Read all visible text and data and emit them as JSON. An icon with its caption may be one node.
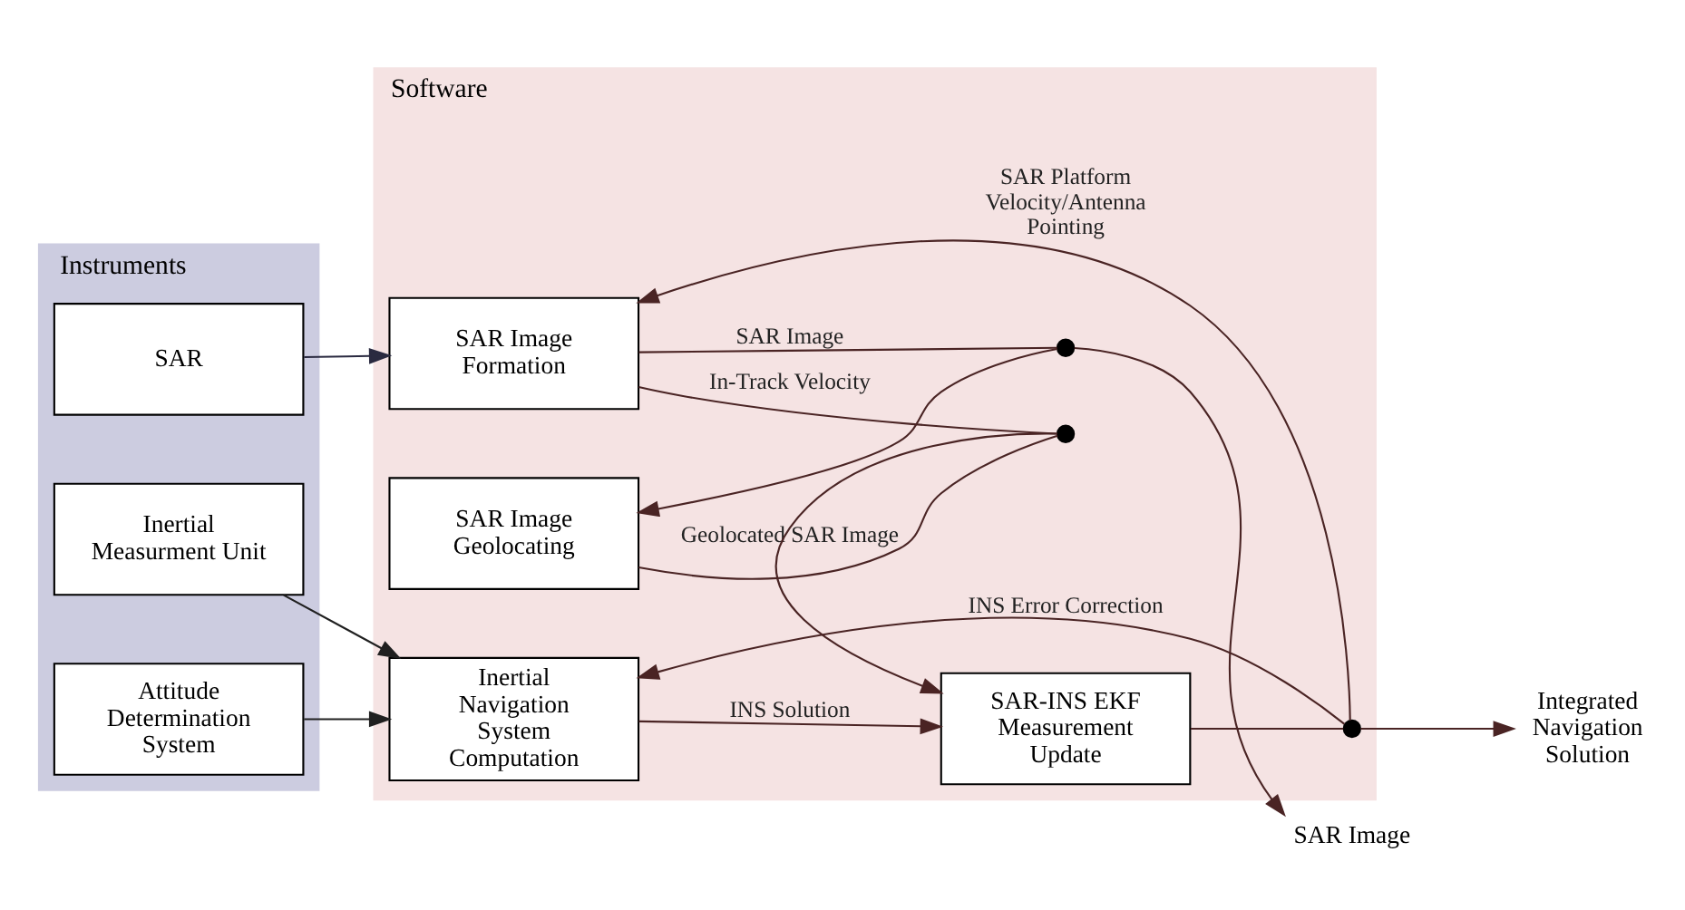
{
  "diagram": {
    "nodes": [
      {
        "text": [
          "Instruments"
        ]
      },
      {
        "text": [
          "Software"
        ]
      },
      {
        "text": [
          "SAR"
        ],
        "in": 0
      },
      {
        "text": [
          "Inertial Measurment Unit"
        ],
        "in": 0
      },
      {
        "text": [
          "Attitude Determination System"
        ],
        "in": 0
      },
      {
        "text": [
          "SAR Image Formation"
        ],
        "in": 1
      },
      {
        "text": [
          "SAR Image Geolocating"
        ],
        "in": 1
      },
      {
        "text": [
          "Inertial Navigation System Computation"
        ],
        "in": 1
      },
      {
        "text": [
          "SAR-INS EKF Measurement Update"
        ],
        "in": 1
      },
      {
        "text": [],
        "shape": "circle",
        "in": 1
      },
      {
        "text": [],
        "shape": "circle",
        "in": 1
      },
      {
        "text": [],
        "shape": "circle",
        "in": 1
      },
      {
        "text": [
          "SAR Image"
        ]
      },
      {
        "text": [
          "Integrated Navigation Solution"
        ]
      }
    ],
    "edges": [
      {
        "from": 2,
        "to": 5,
        "arrow": "to",
        "color": "#2a2a40"
      },
      {
        "from": 5,
        "to": 9,
        "arrow": "none",
        "label": "SAR Image"
      },
      {
        "from": 9,
        "to": 6,
        "arrow": "to"
      },
      {
        "from": 9,
        "to": 12,
        "arrow": "to"
      },
      {
        "from": 6,
        "to": 10,
        "arrow": "none",
        "label": "Geolocated SAR Image"
      },
      {
        "from": 5,
        "to": 10,
        "arrow": "none",
        "label": "In-Track Velocity"
      },
      {
        "from": 10,
        "to": 8,
        "arrow": "to"
      },
      {
        "from": 3,
        "to": 7,
        "arrow": "to",
        "color": "#202020"
      },
      {
        "from": 4,
        "to": 7,
        "arrow": "to",
        "color": "#202020"
      },
      {
        "from": 7,
        "to": 8,
        "arrow": "to",
        "label": "INS Solution"
      },
      {
        "from": 8,
        "to": 11,
        "arrow": "none"
      },
      {
        "from": 11,
        "to": 13,
        "arrow": "to"
      },
      {
        "from": 11,
        "to": 5,
        "arrow": "to",
        "label": "SAR Platform Velocity/Antenna Pointing"
      },
      {
        "from": 11,
        "to": 7,
        "arrow": "to",
        "label": "INS Error Correction"
      }
    ]
  }
}
